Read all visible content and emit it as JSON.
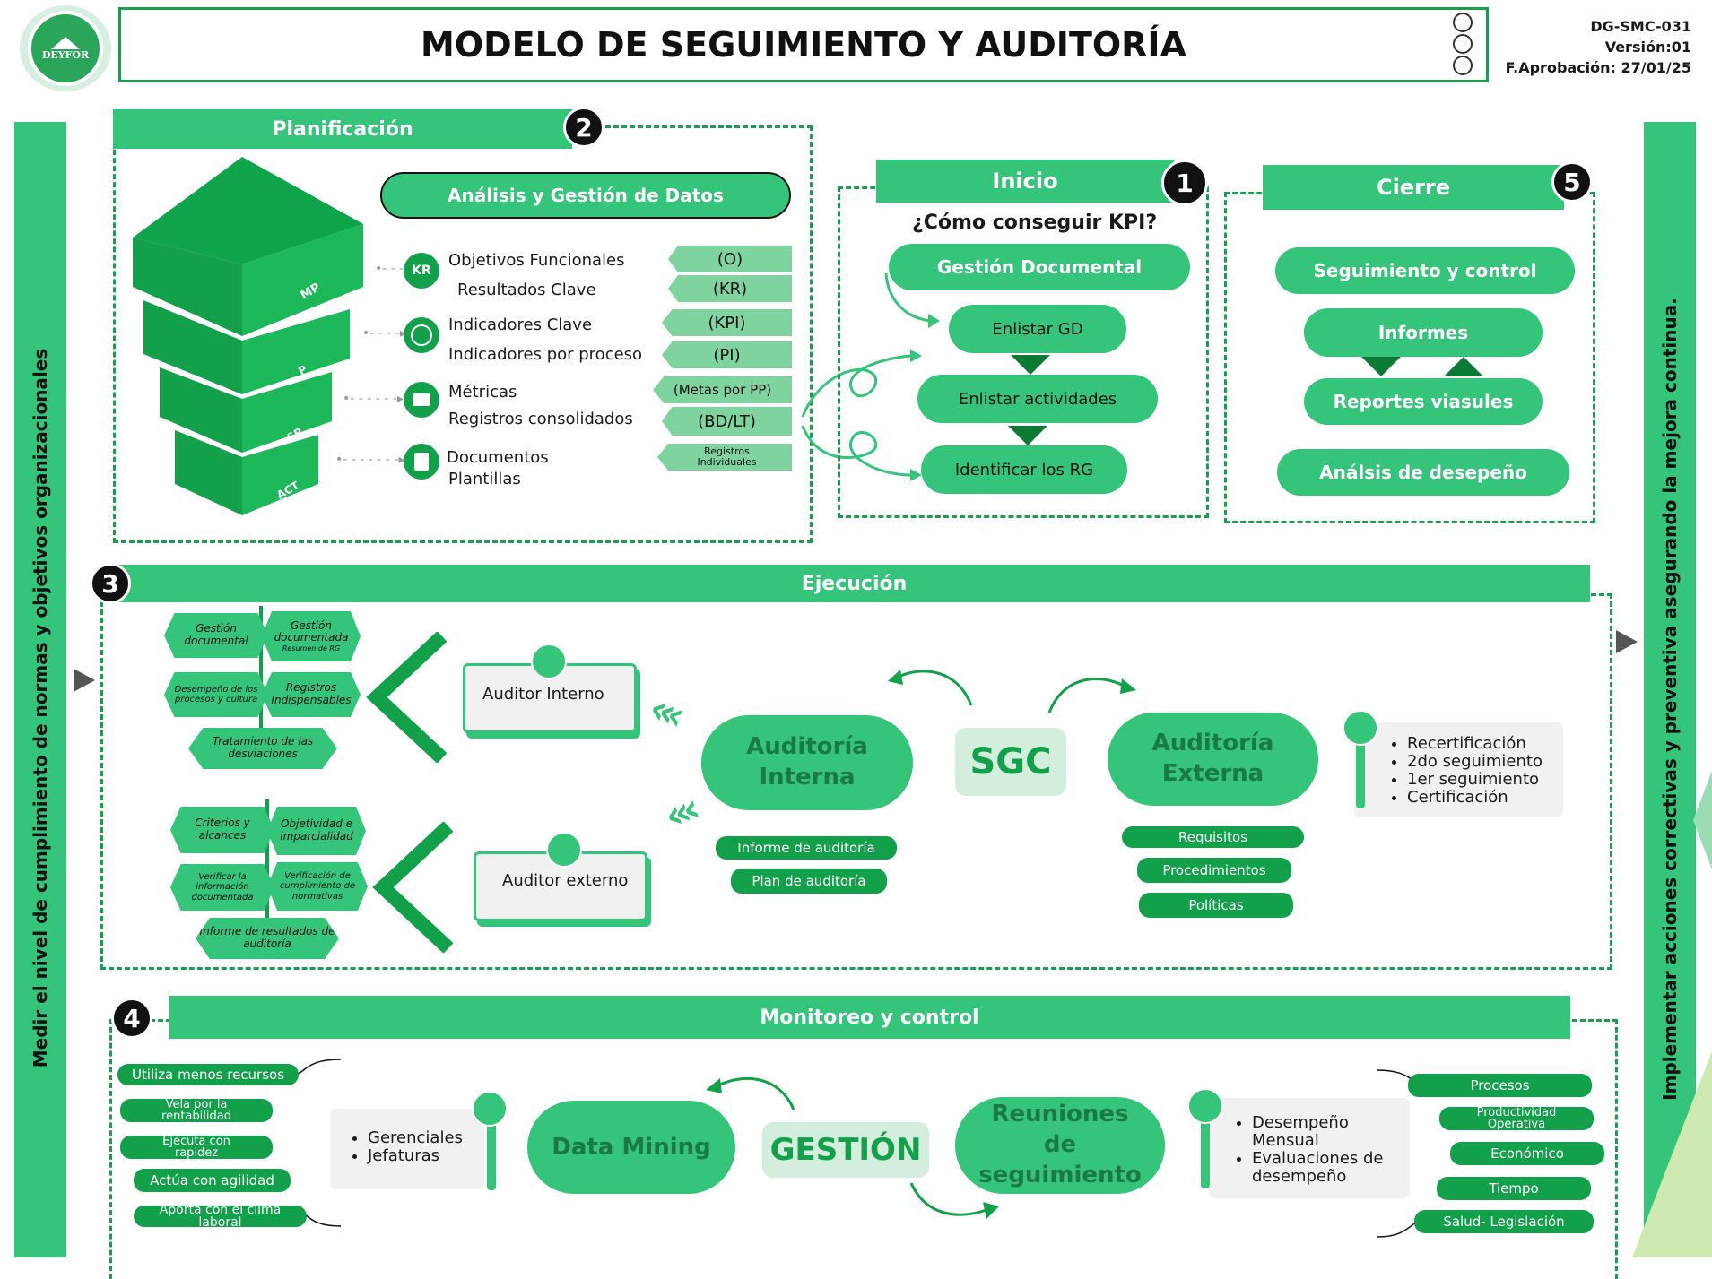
{
  "header": {
    "logo_text": "DEYFOR",
    "title": "MODELO DE SEGUIMIENTO Y AUDITORÍA",
    "code": "DG-SMC-031",
    "version": "Versión:01",
    "approval": "F.Aprobación: 27/01/25"
  },
  "side": {
    "left_text": "Medir el nivel de cumplimiento de normas y objetivos organizacionales",
    "right_text": "Implementar acciones correctivas y preventiva asegurando  la  mejora continua."
  },
  "planificacion": {
    "step": "2",
    "title": "Planificación",
    "subtitle": "Análisis y Gestión de Datos",
    "levels": [
      "MP",
      "P",
      "SP",
      "ACT"
    ],
    "rows": [
      {
        "icon": "kr-icon",
        "line1": "Objetivos Funcionales",
        "line2": "Resultados Clave",
        "tag1": "(O)",
        "tag2": "(KR)"
      },
      {
        "icon": "target-icon",
        "line1": "Indicadores Clave",
        "line2": "Indicadores por proceso",
        "tag1": "(KPI)",
        "tag2": "(PI)"
      },
      {
        "icon": "briefcase-icon",
        "line1": "Métricas",
        "line2": "Registros consolidados",
        "tag1": "(Metas por PP)",
        "tag2": "(BD/LT)"
      },
      {
        "icon": "document-icon",
        "line1": "Documentos",
        "line2": "Plantillas",
        "tag1": "Registros Individuales",
        "tag2": ""
      }
    ]
  },
  "inicio": {
    "step": "1",
    "title": "Inicio",
    "question": "¿Cómo conseguir KPI?",
    "main": "Gestión Documental",
    "items": [
      "Enlistar GD",
      "Enlistar actividades",
      "Identificar los RG"
    ]
  },
  "cierre": {
    "step": "5",
    "title": "Cierre",
    "items": [
      "Seguimiento y control",
      "Informes",
      "Reportes viasules",
      "Análsis de desepeño"
    ]
  },
  "ejecucion": {
    "step": "3",
    "title": "Ejecución",
    "hex_top": [
      "Gestión documental",
      "Gestión documentada",
      "Resumen de RG",
      "Desempeño de los procesos y cultura",
      "Registros Indispensables",
      "Tratamiento de las desviaciones"
    ],
    "hex_bottom": [
      "Criterios y alcances",
      "Objetividad e imparcialidad",
      "Verificar la información documentada",
      "Verificación de cumplimiento de normativas",
      "Informe de resultados de auditoría"
    ],
    "auditor_interno": "Auditor Interno",
    "auditor_externo": "Auditor externo",
    "auditoria_interna": "Auditoría Interna",
    "sgc": "SGC",
    "auditoria_externa": "Auditoría Externa",
    "interna_tags": [
      "Informe de auditoría",
      "Plan de auditoría"
    ],
    "externa_tags": [
      "Requisitos",
      "Procedimientos",
      "Políticas"
    ],
    "cert_list": [
      "Recertificación",
      "2do seguimiento",
      "1er seguimiento",
      "Certificación"
    ]
  },
  "monitoreo": {
    "step": "4",
    "title": "Monitoreo y control",
    "left_tags": [
      "Utiliza menos recursos",
      "Vela por la rentabilidad",
      "Ejecuta con rapidez",
      "Actúa con agilidad",
      "Aporta con el clima laboral"
    ],
    "audience": [
      "Gerenciales",
      "Jefaturas"
    ],
    "data_mining": "Data Mining",
    "gestion": "GESTIÓN",
    "reuniones": "Reuniones de seguimiento",
    "evaluation": [
      "Desempeño Mensual",
      "Evaluaciones de desempeño"
    ],
    "right_tags": [
      "Procesos",
      "Productividad Operativa",
      "Económico",
      "Tiempo",
      "Salud- Legislación"
    ]
  }
}
